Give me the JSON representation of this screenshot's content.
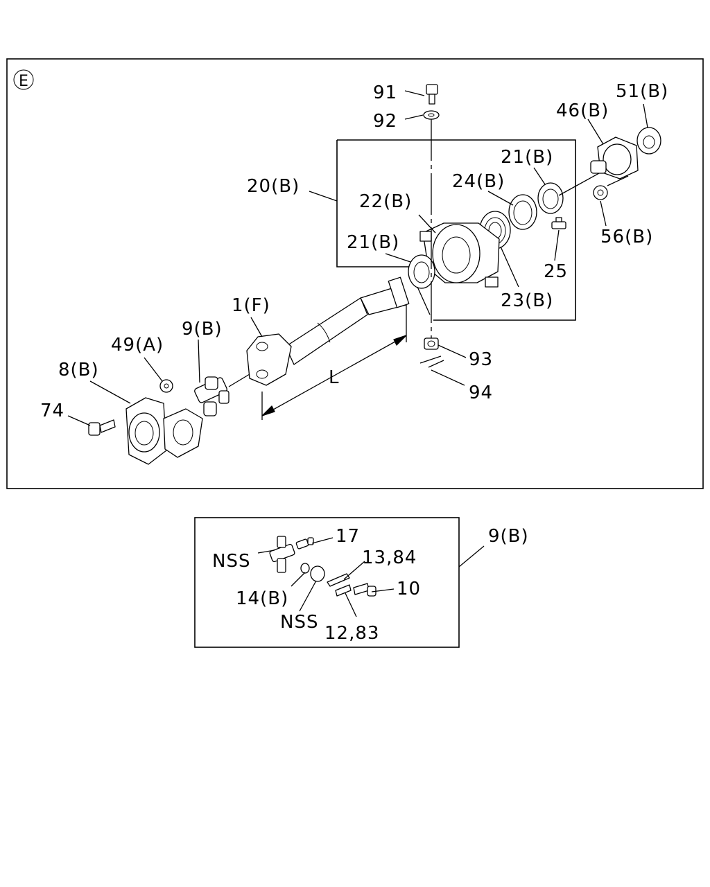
{
  "section_marker": "E",
  "main_labels": {
    "p91": "91",
    "p92": "92",
    "p51b": "51(B)",
    "p46b": "46(B)",
    "p21b_top": "21(B)",
    "p20b": "20(B)",
    "p24b": "24(B)",
    "p22b": "22(B)",
    "p56b": "56(B)",
    "p21b_left": "21(B)",
    "p25": "25",
    "p23b": "23(B)",
    "p1f": "1(F)",
    "p9b": "9(B)",
    "p49a": "49(A)",
    "p93": "93",
    "p8b": "8(B)",
    "dim_L": "L",
    "p94": "94",
    "p74": "74"
  },
  "detail": {
    "callout": "9(B)",
    "labels": {
      "p17": "17",
      "nss_top": "NSS",
      "p13_84": "13,84",
      "p10": "10",
      "p14b": "14(B)",
      "nss_bottom": "NSS",
      "p12_83": "12,83"
    }
  }
}
